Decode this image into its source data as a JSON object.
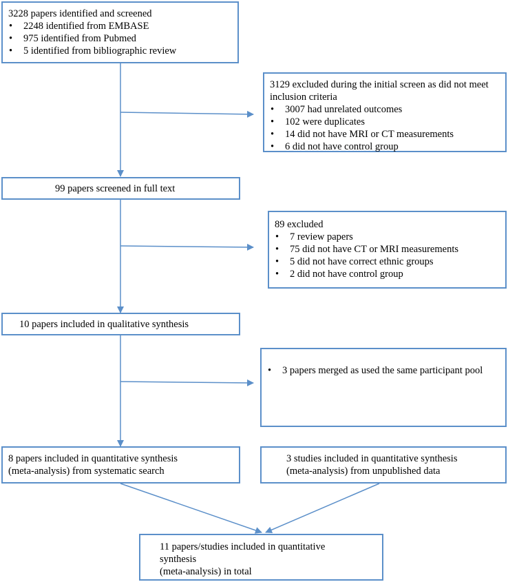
{
  "boxes": {
    "identified": {
      "title": "3228 papers identified and screened",
      "items": [
        "2248 identified from EMBASE",
        "975 identified from Pubmed",
        "5 identified from bibliographic review"
      ]
    },
    "excluded_initial": {
      "title": "3129 excluded during the initial screen as did not meet",
      "title_cont": "inclusion criteria",
      "items": [
        "3007 had unrelated outcomes",
        "102 were duplicates",
        "14 did not have MRI or CT measurements",
        "6 did not have control group"
      ]
    },
    "full_text": {
      "title": "99 papers screened in full text"
    },
    "excluded_full": {
      "title": "89 excluded",
      "items": [
        "7 review papers",
        "75 did not have CT or MRI measurements",
        "5 did not have correct ethnic groups",
        "2 did not have control group"
      ]
    },
    "qualitative": {
      "title": "10 papers included in qualitative synthesis"
    },
    "merged": {
      "items": [
        "3 papers merged as used the same participant pool"
      ]
    },
    "quant_systematic": {
      "line1": "8 papers included in quantitative synthesis",
      "line2": "(meta-analysis) from systematic search"
    },
    "quant_unpublished": {
      "line1": "3 studies included in quantitative synthesis",
      "line2": "(meta-analysis) from unpublished data"
    },
    "total": {
      "line1": "11 papers/studies included in quantitative",
      "line2": "synthesis",
      "line3": "(meta-analysis) in total"
    }
  },
  "colors": {
    "border": "#5b8fc9",
    "arrow": "#5b8fc9"
  }
}
